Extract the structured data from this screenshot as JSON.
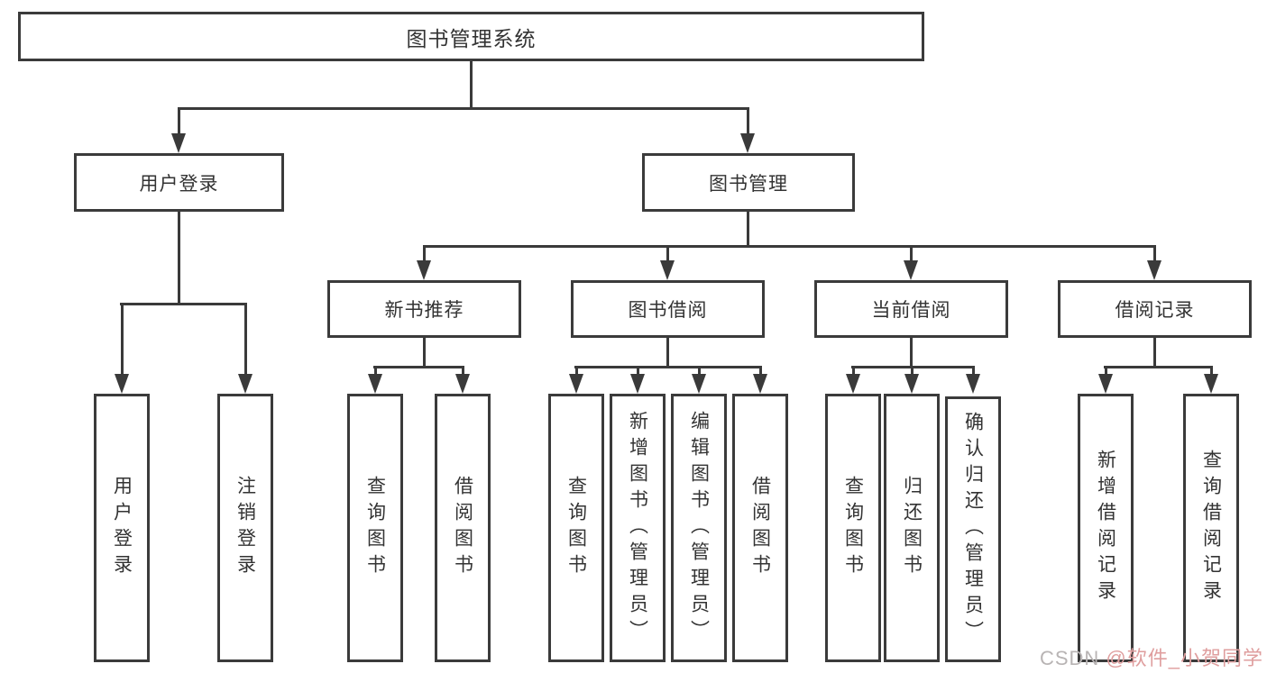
{
  "diagram_type": "hierarchy-tree",
  "colors": {
    "line": "#3a3a3a",
    "border": "#3b3b3b",
    "text": "#333333",
    "background": "#ffffff",
    "watermark_gray": "#b8b4b4",
    "watermark_red": "#df9e9e"
  },
  "hierarchy": {
    "label": "图书管理系统",
    "children": [
      {
        "label": "用户登录",
        "children": [
          {
            "label": "用户登录"
          },
          {
            "label": "注销登录"
          }
        ]
      },
      {
        "label": "图书管理",
        "children": [
          {
            "label": "新书推荐",
            "children": [
              {
                "label": "查询图书"
              },
              {
                "label": "借阅图书"
              }
            ]
          },
          {
            "label": "图书借阅",
            "children": [
              {
                "label": "查询图书"
              },
              {
                "label": "新增图书（管理员）"
              },
              {
                "label": "编辑图书（管理员）"
              },
              {
                "label": "借阅图书"
              }
            ]
          },
          {
            "label": "当前借阅",
            "children": [
              {
                "label": "查询图书"
              },
              {
                "label": "归还图书"
              },
              {
                "label": "确认归还（管理员）"
              }
            ]
          },
          {
            "label": "借阅记录",
            "children": [
              {
                "label": "新增借阅记录"
              },
              {
                "label": "查询借阅记录"
              }
            ]
          }
        ]
      }
    ]
  },
  "watermark": {
    "prefix": "CSDN ",
    "handle": "@软件_小贺同学"
  }
}
